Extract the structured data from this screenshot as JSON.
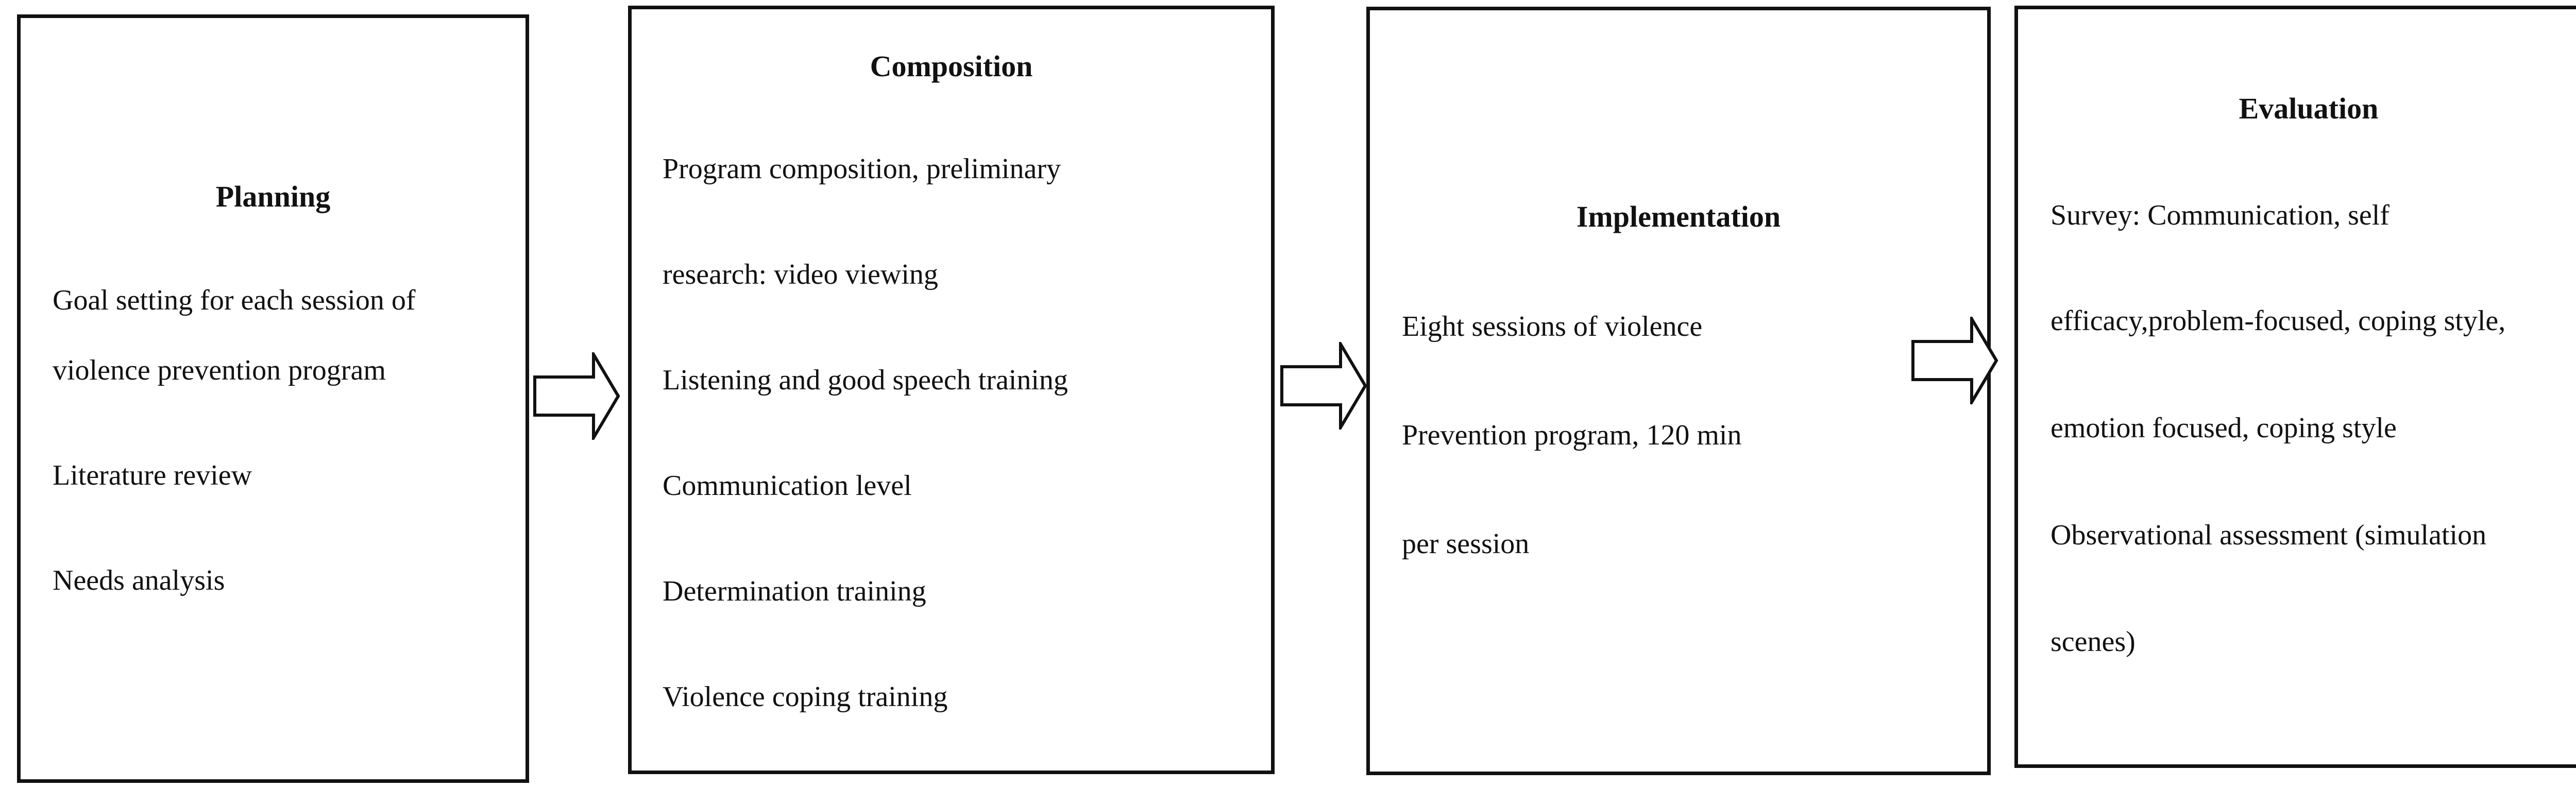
{
  "diagram": {
    "boxes": [
      {
        "id": "planning",
        "title": "Planning",
        "lines": [
          "Goal setting for each session of",
          "violence prevention program",
          "Literature review",
          "Needs analysis"
        ]
      },
      {
        "id": "composition",
        "title": "Composition",
        "lines": [
          "Program composition, preliminary",
          "research:    video viewing",
          "Listening and good speech training",
          "Communication level",
          "Determination training",
          "Violence coping training"
        ]
      },
      {
        "id": "implementation",
        "title": "Implementation",
        "lines": [
          "Eight sessions of violence",
          "Prevention program, 120 min",
          "per session"
        ]
      },
      {
        "id": "evaluation",
        "title": "Evaluation",
        "lines": [
          "Survey: Communication, self",
          "efficacy,problem-focused, coping style,",
          "emotion focused, coping style",
          "Observational assessment (simulation",
          "scenes)"
        ]
      }
    ],
    "arrows": [
      {
        "from": "planning",
        "to": "composition"
      },
      {
        "from": "composition",
        "to": "implementation"
      },
      {
        "from": "implementation",
        "to": "evaluation"
      }
    ]
  }
}
